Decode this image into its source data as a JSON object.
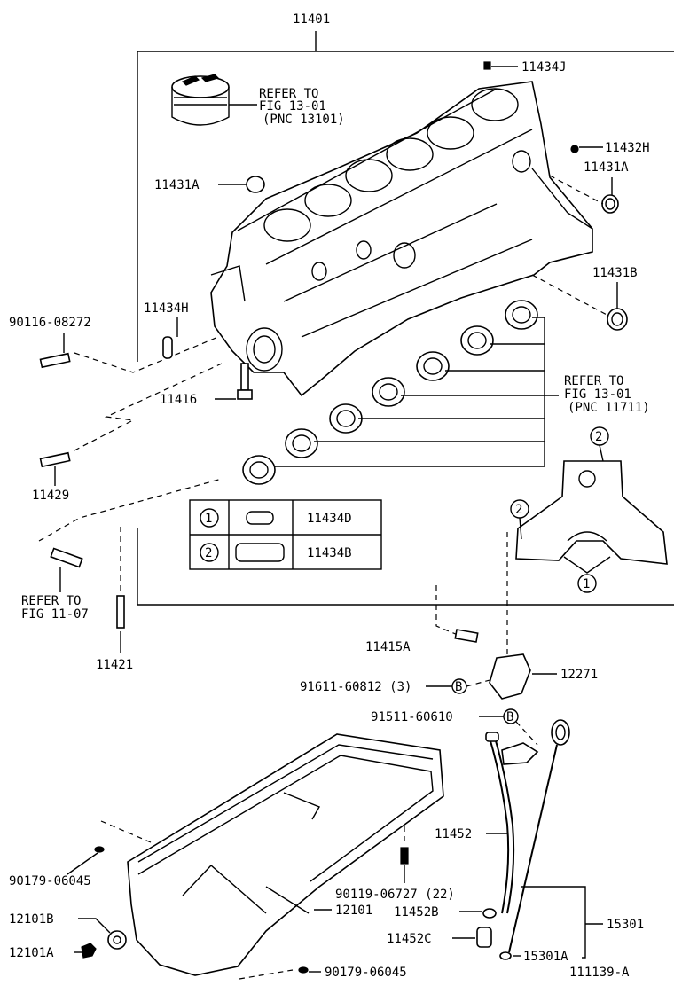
{
  "labels": {
    "block": "11401",
    "p11434J": "11434J",
    "refer_piston_1": "REFER TO",
    "refer_piston_2": "FIG 13-01",
    "refer_piston_3": "(PNC 13101)",
    "p11432H": "11432H",
    "p11431A_left": "11431A",
    "p11431A_right": "11431A",
    "p11431B": "11431B",
    "p90116": "90116-08272",
    "p11434H": "11434H",
    "p11416": "11416",
    "refer_bearing_1": "REFER TO",
    "refer_bearing_2": "FIG 13-01",
    "refer_bearing_3": "(PNC 11711)",
    "p11429": "11429",
    "refer_fig11_1": "REFER TO",
    "refer_fig11_2": "FIG 11-07",
    "p11421": "11421",
    "p11415A": "11415A",
    "p91611": "91611-60812 (3)",
    "p12271": "12271",
    "p91511": "91511-60610",
    "p11452": "11452",
    "p90179_top": "90179-06045",
    "p90119": "90119-06727 (22)",
    "p12101B": "12101B",
    "p12101": "12101",
    "p11452B": "11452B",
    "p15301": "15301",
    "p11452C": "11452C",
    "p12101A": "12101A",
    "p90179_bottom": "90179-06045",
    "p15301A": "15301A",
    "figure_id": "111139-A"
  },
  "legend": {
    "row1_num": "1",
    "row1_part": "11434D",
    "row2_num": "2",
    "row2_part": "11434B",
    "callout1": "1",
    "callout2a": "2",
    "callout2b": "2",
    "callout1b": "1"
  },
  "markers": {
    "b_marker": "B"
  }
}
